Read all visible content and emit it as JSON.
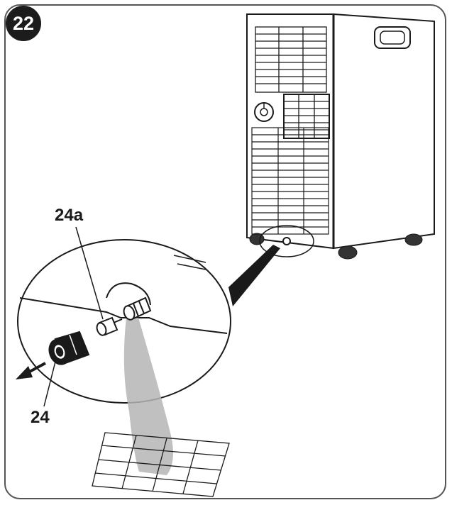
{
  "step": {
    "number": "22"
  },
  "labels": {
    "drain_plug_label": "24a",
    "drain_cap_label": "24"
  },
  "icons": {
    "unit": "portable-air-conditioner-icon",
    "plug": "drain-plug-icon",
    "cap": "drain-cap-icon",
    "arrow": "arrow-left-icon",
    "water": "water-stream-icon",
    "grate": "floor-drain-grate-icon"
  },
  "colors": {
    "line": "#1a1a1a",
    "water": "#b5b5b5",
    "badge": "#1c1c1c"
  }
}
